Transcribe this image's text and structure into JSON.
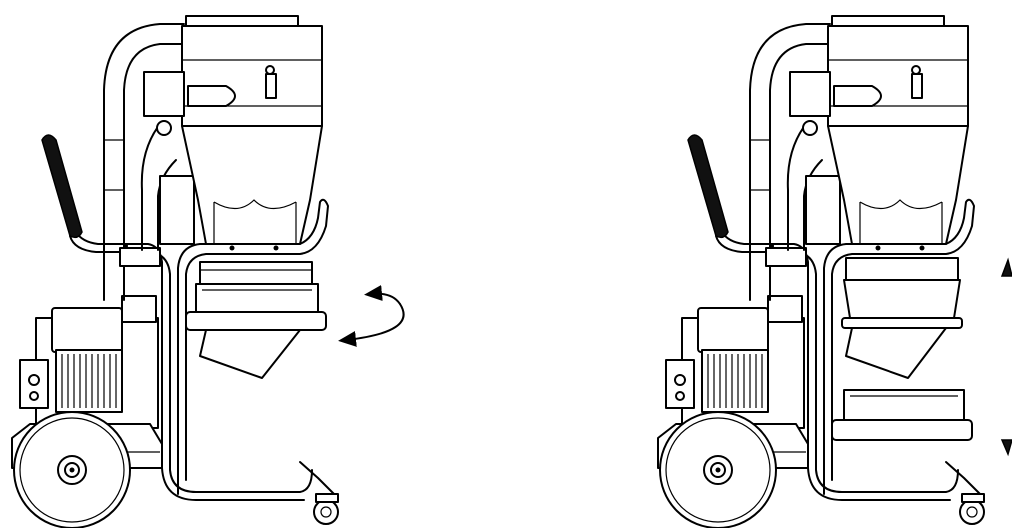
{
  "figure": {
    "panels": [
      {
        "id": "left",
        "state": "separator-cone-closed",
        "indicator": "rotate-arrows-icon"
      },
      {
        "id": "right",
        "state": "separator-cone-lowered-bin-exposed",
        "indicator": "up-down-arrows-icon"
      }
    ],
    "colors": {
      "line": "#000000",
      "background": "#ffffff",
      "handle": "#111111"
    }
  }
}
